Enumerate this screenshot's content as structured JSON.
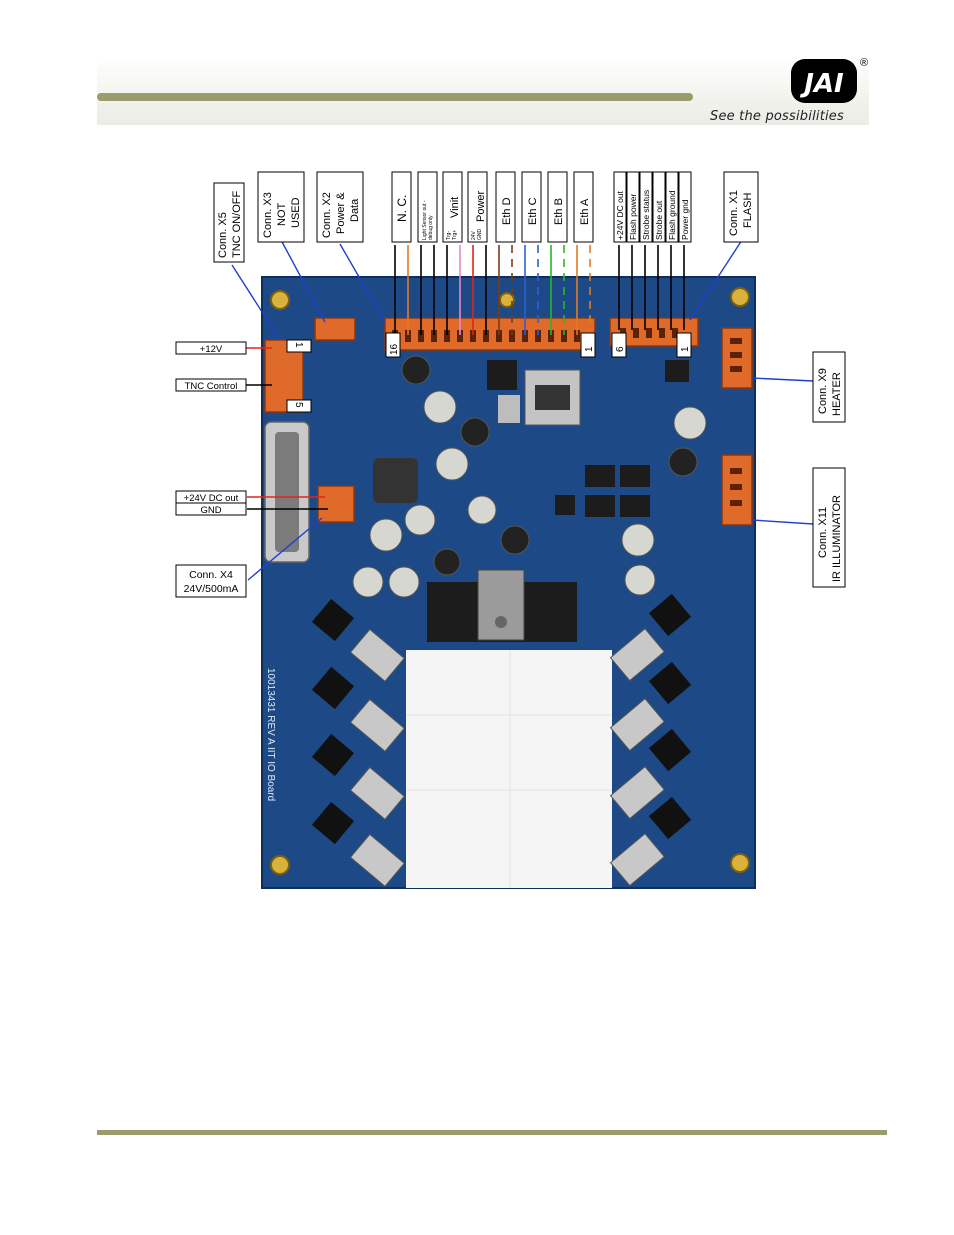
{
  "header": {
    "brand": "JAI",
    "tagline": "See the possibilities",
    "registered": "®",
    "accent_color": "#9a9c6c"
  },
  "figure": {
    "top_labels": {
      "x5": [
        "Conn. X5",
        "TNC ON/OFF"
      ],
      "x3": [
        "Conn. X3",
        "NOT",
        "USED"
      ],
      "x2": [
        "Conn. X2",
        "Power &",
        "Data"
      ],
      "nc": "N. C.",
      "light": [
        "Light Sensor out -",
        "debug only"
      ],
      "trig": [
        "Trg-",
        "Trg+"
      ],
      "vinit": "Vinit",
      "power_small": [
        "24V",
        "GND"
      ],
      "power": "Power",
      "eth_d": "Eth D",
      "eth_c": "Eth C",
      "eth_b": "Eth B",
      "eth_a": "Eth A",
      "x1_pins": [
        "+24V DC out",
        "Flash power",
        "Strobe status",
        "Strobe out",
        "Flash ground",
        "Power gnd"
      ],
      "x1": [
        "Conn. X1",
        "FLASH"
      ]
    },
    "left_labels": {
      "v12": "+12V",
      "tnc": "TNC Control",
      "v24": "+24V DC out",
      "gnd": "GND",
      "x4": [
        "Conn. X4",
        "24V/500mA"
      ]
    },
    "right_labels": {
      "x9": [
        "Conn. X9",
        "HEATER"
      ],
      "x11": [
        "Conn. X11",
        "IR ILLUMINATOR"
      ]
    },
    "pin_markers": [
      "1",
      "5",
      "16",
      "1",
      "6",
      "1"
    ],
    "board_text": "10013431 REV A  IIT IO Board"
  }
}
